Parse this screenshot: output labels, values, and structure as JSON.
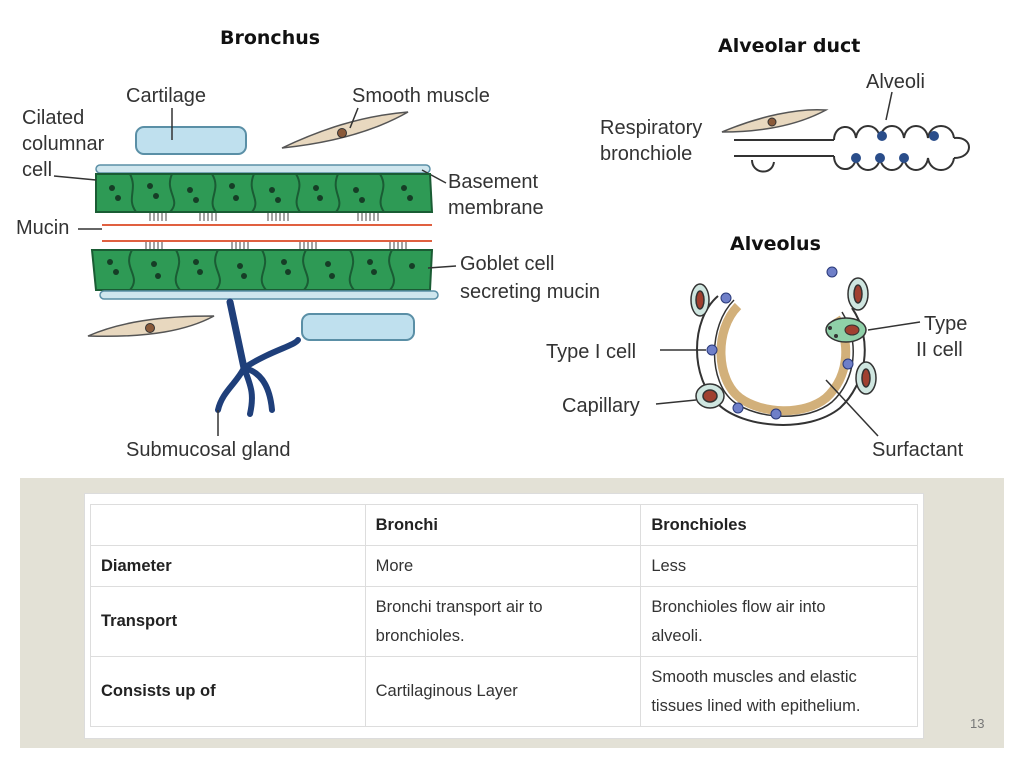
{
  "diagram": {
    "bronchus": {
      "title": "Bronchus",
      "labels": {
        "ciliated": [
          "Cilated",
          "columnar",
          "cell"
        ],
        "cartilage": "Cartilage",
        "smooth_muscle": "Smooth muscle",
        "basement": [
          "Basement",
          "membrane"
        ],
        "mucin": "Mucin",
        "goblet": [
          "Goblet cell",
          "secreting mucin"
        ],
        "submucosal": "Submucosal gland"
      }
    },
    "alveolar_duct": {
      "title": "Alveolar duct",
      "labels": {
        "alveoli": "Alveoli",
        "resp_bronchiole": [
          "Respiratory",
          "bronchiole"
        ]
      }
    },
    "alveolus": {
      "title": "Alveolus",
      "labels": {
        "type1": "Type I cell",
        "capillary": "Capillary",
        "type2": [
          "Type",
          "II cell"
        ],
        "surfactant": "Surfactant"
      }
    }
  },
  "table": {
    "headers": [
      "",
      "Bronchi",
      "Bronchioles"
    ],
    "rows": [
      {
        "label": "Diameter",
        "bronchi": [
          "More"
        ],
        "bronchioles": [
          "Less"
        ]
      },
      {
        "label": "Transport",
        "bronchi": [
          "Bronchi transport air to",
          "bronchioles."
        ],
        "bronchioles": [
          "Bronchioles flow air into",
          "alveoli."
        ]
      },
      {
        "label": "Consists up of",
        "bronchi": [
          "Cartilaginous Layer"
        ],
        "bronchioles": [
          "Smooth muscles and elastic",
          "tissues lined with epithelium."
        ]
      }
    ]
  },
  "slide_number": "13",
  "colors": {
    "epithelium": "#2e9a55",
    "epithelium_dark": "#1a5c34",
    "cartilage": "#bfe0ee",
    "basement": "#cfe6ee",
    "mucin_line": "#e06040",
    "gland": "#1f3f7a",
    "muscle": "#e8d8bf",
    "surfactant": "#d2b07a",
    "table_panel": "#e3e1d6"
  },
  "icons": [
    "epithelial-cell-icon",
    "smooth-muscle-cell-icon",
    "cartilage-icon",
    "submucosal-gland-icon",
    "alveolus-icon"
  ]
}
